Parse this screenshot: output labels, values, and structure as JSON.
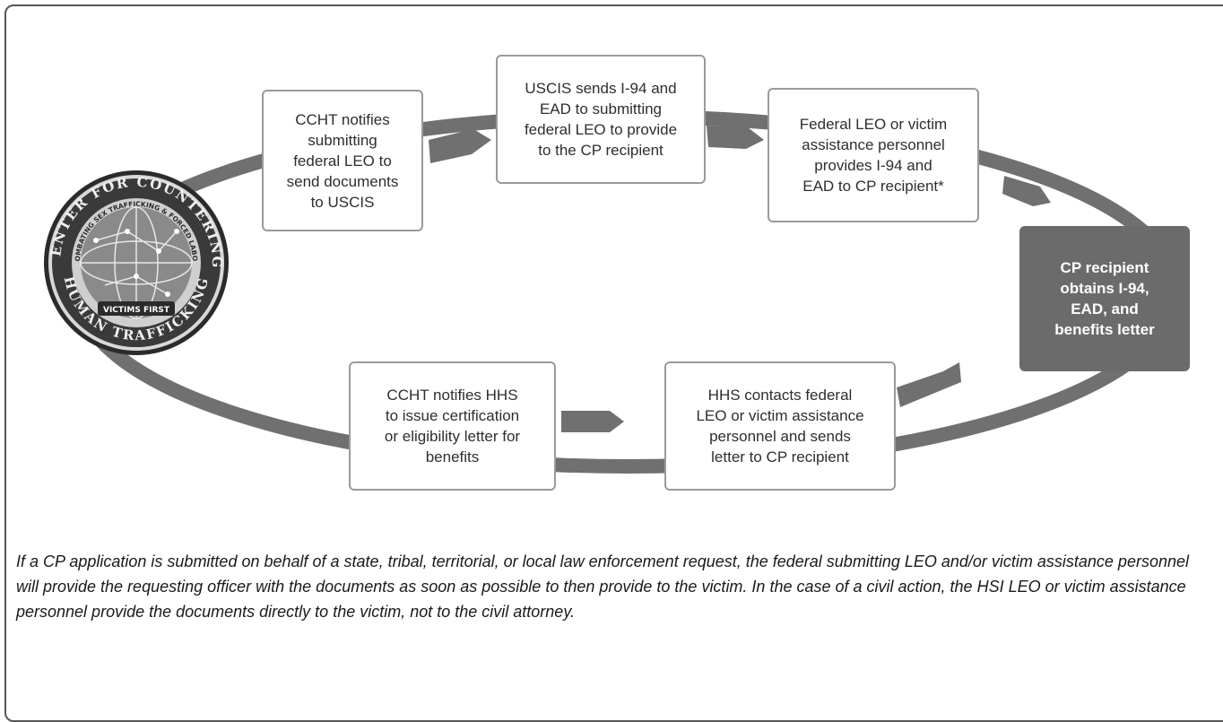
{
  "steps": {
    "step1": "CCHT notifies\nsubmitting\nfederal LEO to\nsend documents\nto USCIS",
    "step2": "USCIS sends I-94 and\nEAD to submitting\nfederal LEO to provide\nto the CP recipient",
    "step3": "Federal LEO or victim\nassistance personnel\nprovides I-94 and\nEAD to CP recipient*",
    "step4": "CP recipient\nobtains I-94,\nEAD, and\nbenefits letter",
    "step5": "HHS contacts federal\nLEO or victim assistance\npersonnel and sends\nletter to CP recipient",
    "step6": "CCHT notifies HHS\nto issue certification\nor eligibility letter for\nbenefits"
  },
  "seal": {
    "outer_text_top": "CENTER FOR COUNTERING",
    "outer_text_bottom": "HUMAN TRAFFICKING",
    "inner_text": "COMBATING SEX TRAFFICKING & FORCED LABOR",
    "banner": "VICTIMS FIRST"
  },
  "footnote": "If a CP application is submitted on behalf of a state, tribal, territorial, or local law enforcement request, the federal submitting LEO and/or victim assistance personnel will provide the requesting officer with the documents as soon as possible to then provide to the victim. In the case of a civil action, the HSI LEO or victim assistance personnel provide the documents directly to the victim, not to the civil attorney.",
  "colors": {
    "ring": "#707070",
    "box_border": "#9a9a9a",
    "highlight_box": "#6b6b6b",
    "seal_dark": "#2b2b2b"
  }
}
